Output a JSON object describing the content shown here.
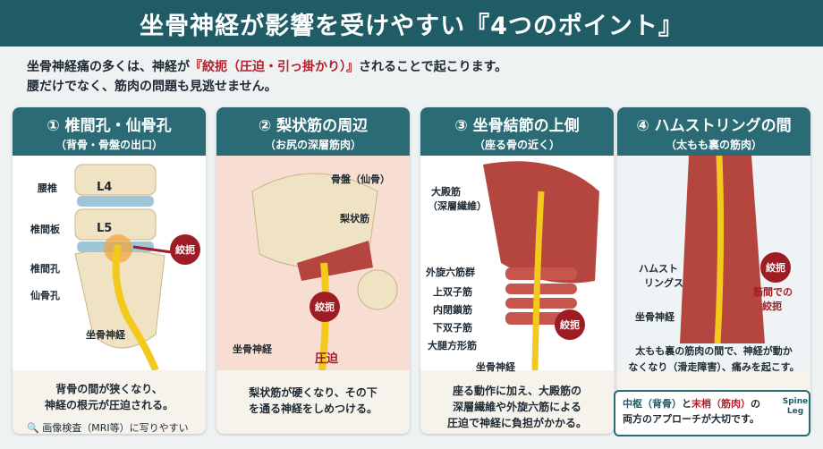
{
  "title": "坐骨神経が影響を受けやすい『4つのポイント』",
  "intro": {
    "line1_pre": "坐骨神経痛の多くは、神経が",
    "line1_hl": "『絞扼（圧迫・引っ掛かり）』",
    "line1_post": "されることで起こります。",
    "line2": "腰だけでなく、筋肉の問題も見逃せません。"
  },
  "panels": [
    {
      "title": "① 椎間孔・仙骨孔",
      "subtitle": "（背骨・骨盤の出口）",
      "labels": [
        "腰椎",
        "L4",
        "椎間板",
        "L5",
        "椎間孔",
        "仙骨孔",
        "坐骨神経"
      ],
      "badge": "絞扼",
      "caption": [
        "背骨の間が狭くなり、",
        "神経の根元が圧迫される。"
      ]
    },
    {
      "title": "② 梨状筋の周辺",
      "subtitle": "（お尻の深層筋肉）",
      "labels": [
        "骨盤（仙骨）",
        "梨状筋",
        "坐骨神経",
        "圧迫"
      ],
      "badge": "絞扼",
      "caption": [
        "梨状筋が硬くなり、その下",
        "を通る神経をしめつける。"
      ]
    },
    {
      "title": "③ 坐骨結節の上側",
      "subtitle": "（座る骨の近く）",
      "labels": [
        "大殿筋",
        "（深層繊維）",
        "外旋六筋群",
        "上双子筋",
        "内閉鎖筋",
        "下双子筋",
        "大腿方形筋",
        "坐骨神経"
      ],
      "badge": "絞扼",
      "caption": [
        "座る動作に加え、大殿筋の",
        "深層繊維や外旋六筋による",
        "圧迫で神経に負担がかかる。"
      ]
    },
    {
      "title": "④ ハムストリングの間",
      "subtitle": "（太もも裏の筋肉）",
      "labels": [
        "ハムスト",
        "リングス",
        "坐骨神経",
        "筋間での",
        "絞扼"
      ],
      "badge": "絞扼",
      "caption": [
        "太もも裏の筋肉の間で、神経が動か",
        "なくなり（滑走障害）、痛みを起こす。"
      ]
    }
  ],
  "footer_note": "画像検査（MRI等）に写りやすい",
  "bottom_box": {
    "part1": "中枢（背骨）",
    "part2": "と",
    "part3": "末梢（筋肉）",
    "part4": "の",
    "line2": "両方のアプローチが大切です。"
  },
  "logo": "Spine Leg",
  "colors": {
    "header": "#1f5c66",
    "accent_red": "#9e1c24",
    "nerve": "#f2c91c",
    "muscle": "#b5463f",
    "bone": "#efe3c4"
  }
}
